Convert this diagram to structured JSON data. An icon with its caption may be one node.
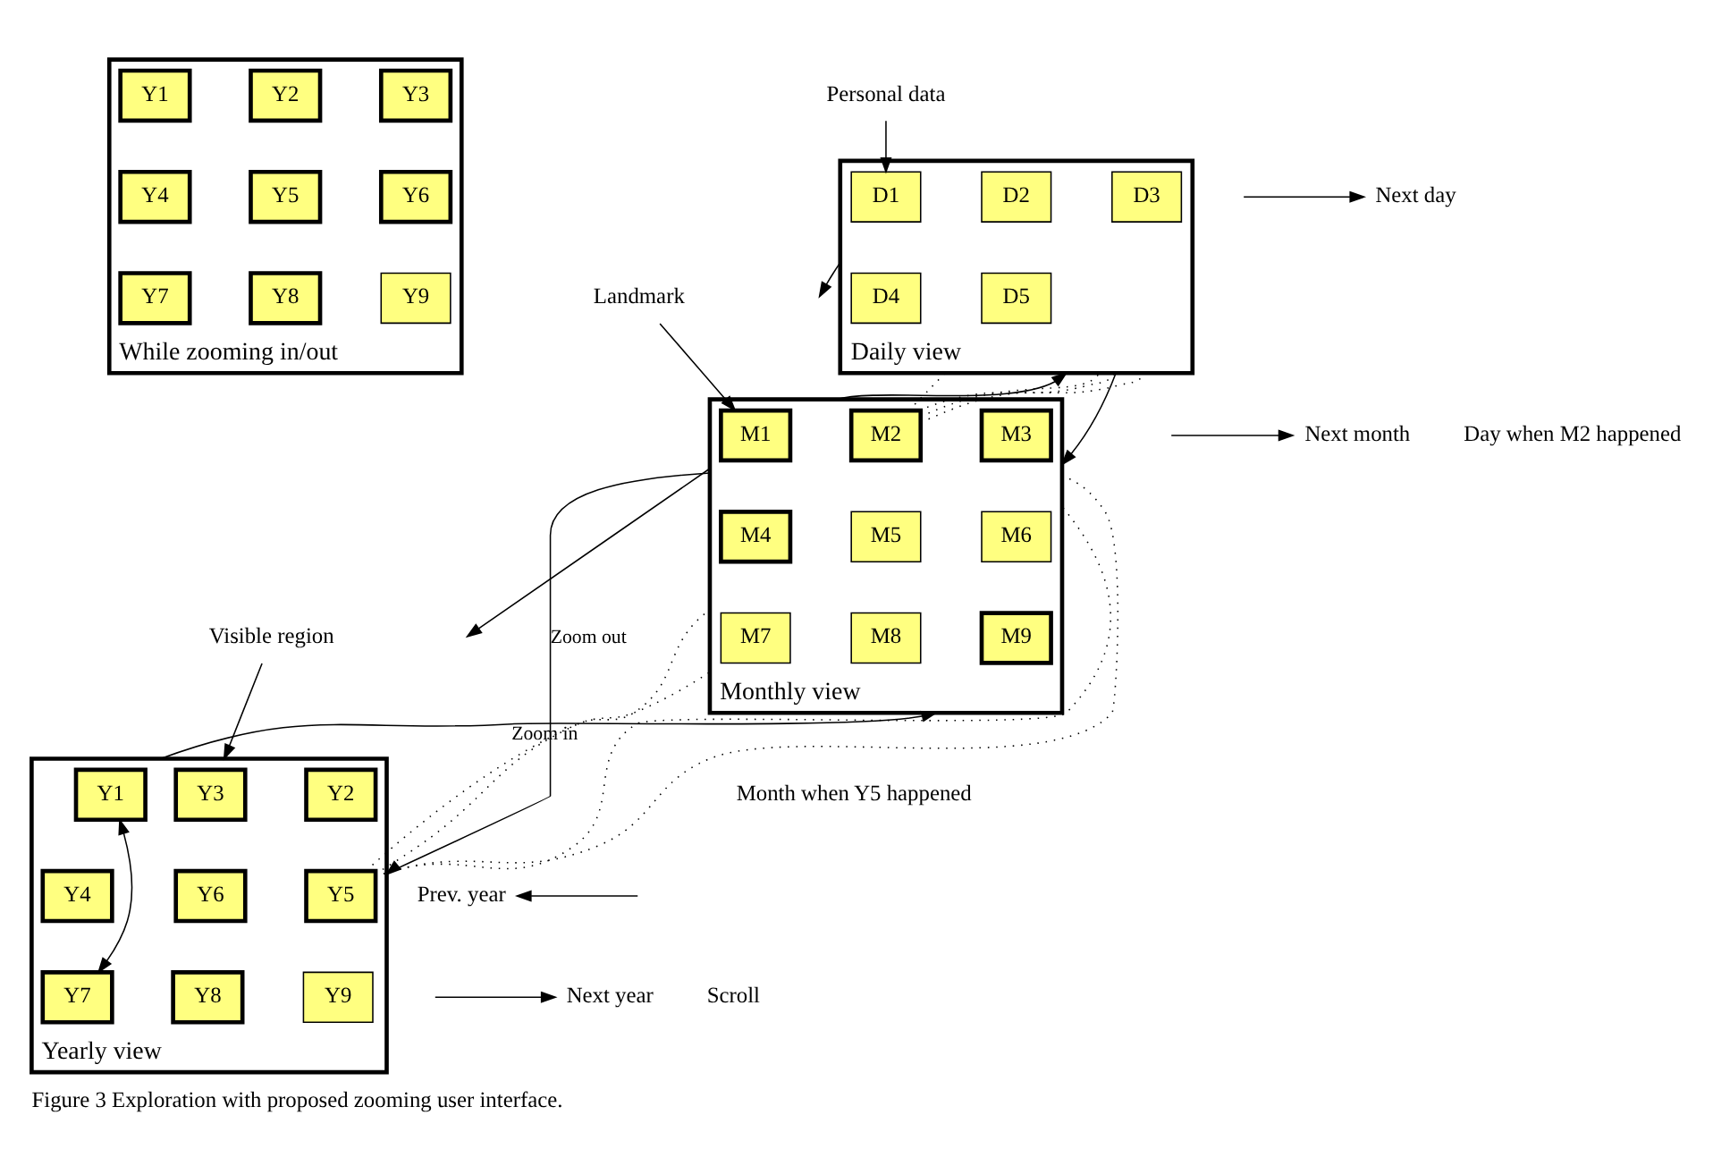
{
  "diagram": {
    "caption": "Figure 3 Exploration with proposed zooming user interface.",
    "nodes": [
      {
        "text": [
          "While zooming in/out"
        ]
      },
      {
        "text": [
          "Y1"
        ],
        "in": 0
      },
      {
        "text": [
          "Y2"
        ],
        "in": 0
      },
      {
        "text": [
          "Y3"
        ],
        "in": 0
      },
      {
        "text": [
          "Y4"
        ],
        "in": 0
      },
      {
        "text": [
          "Y5"
        ],
        "in": 0
      },
      {
        "text": [
          "Y6"
        ],
        "in": 0
      },
      {
        "text": [
          "Y7"
        ],
        "in": 0
      },
      {
        "text": [
          "Y8"
        ],
        "in": 0
      },
      {
        "text": [
          "Y9"
        ],
        "in": 0
      },
      {
        "text": [
          "Daily view"
        ]
      },
      {
        "text": [
          "D1"
        ],
        "in": 10
      },
      {
        "text": [
          "D2"
        ],
        "in": 10
      },
      {
        "text": [
          "D3"
        ],
        "in": 10
      },
      {
        "text": [
          "D4"
        ],
        "in": 10
      },
      {
        "text": [
          "D5"
        ],
        "in": 10
      },
      {
        "text": [
          "Monthly view"
        ]
      },
      {
        "text": [
          "M1"
        ],
        "in": 16
      },
      {
        "text": [
          "M2"
        ],
        "in": 16
      },
      {
        "text": [
          "M3"
        ],
        "in": 16
      },
      {
        "text": [
          "M4"
        ],
        "in": 16
      },
      {
        "text": [
          "M5"
        ],
        "in": 16
      },
      {
        "text": [
          "M6"
        ],
        "in": 16
      },
      {
        "text": [
          "M7"
        ],
        "in": 16
      },
      {
        "text": [
          "M8"
        ],
        "in": 16
      },
      {
        "text": [
          "M9"
        ],
        "in": 16
      },
      {
        "text": [
          "Yearly view"
        ]
      },
      {
        "text": [
          "Y1"
        ],
        "in": 26
      },
      {
        "text": [
          "Y2"
        ],
        "in": 26
      },
      {
        "text": [
          "Y3"
        ],
        "in": 26
      },
      {
        "text": [
          "Y4"
        ],
        "in": 26
      },
      {
        "text": [
          "Y5"
        ],
        "in": 26
      },
      {
        "text": [
          "Y6"
        ],
        "in": 26
      },
      {
        "text": [
          "Y7"
        ],
        "in": 26
      },
      {
        "text": [
          "Y8"
        ],
        "in": 26
      },
      {
        "text": [
          "Y9"
        ],
        "in": 26
      },
      {
        "text": [
          "Personal data"
        ]
      },
      {
        "text": [
          "Landmark"
        ]
      },
      {
        "text": [
          "Next day"
        ]
      },
      {
        "text": [
          "Next month"
        ]
      },
      {
        "text": [
          "Visible region"
        ]
      },
      {
        "text": [
          "Prev. year"
        ]
      },
      {
        "text": [
          "Next year"
        ]
      }
    ],
    "edges": [
      {
        "from": 36,
        "to": 11,
        "arrow": "to"
      },
      {
        "from": 37,
        "to": 17,
        "arrow": "to"
      },
      {
        "from": 10,
        "to": 16,
        "arrow": "to"
      },
      {
        "from": 10,
        "to": null,
        "arrow": "to"
      },
      {
        "from": null,
        "to": 38,
        "arrow": "to"
      },
      {
        "from": 16,
        "to": 10,
        "arrow": "to"
      },
      {
        "from": 18,
        "to": 10,
        "arrow": "none",
        "style": "dashed"
      },
      {
        "from": 18,
        "to": 10,
        "arrow": "none",
        "style": "dashed"
      },
      {
        "from": 18,
        "to": 10,
        "arrow": "none",
        "style": "dashed"
      },
      {
        "from": 18,
        "to": 10,
        "arrow": "none",
        "style": "dashed"
      },
      {
        "from": 16,
        "to": null,
        "arrow": "to"
      },
      {
        "from": 16,
        "to": 26,
        "arrow": "to",
        "label": "Zoom out"
      },
      {
        "from": null,
        "to": 39,
        "arrow": "to"
      },
      {
        "from": 26,
        "to": 16,
        "arrow": "to",
        "label": "Zoom in"
      },
      {
        "from": 31,
        "to": 16,
        "arrow": "none",
        "style": "dashed"
      },
      {
        "from": 31,
        "to": 16,
        "arrow": "none",
        "style": "dashed"
      },
      {
        "from": 31,
        "to": 16,
        "arrow": "none",
        "style": "dashed"
      },
      {
        "from": 31,
        "to": 16,
        "arrow": "none",
        "style": "dashed"
      },
      {
        "from": 40,
        "to": 26,
        "arrow": "to"
      },
      {
        "from": null,
        "to": 41,
        "arrow": "to"
      },
      {
        "from": 27,
        "to": 33,
        "arrow": "both"
      },
      {
        "from": null,
        "to": 42,
        "arrow": "to"
      }
    ],
    "labels": [
      "Day when M2 happened",
      "Month when Y5 happened",
      "Scroll"
    ]
  }
}
